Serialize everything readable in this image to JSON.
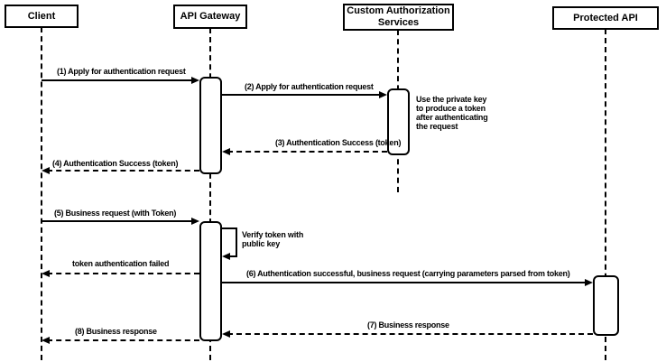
{
  "diagram": {
    "kind": "UML sequence diagram - token authentication flow",
    "colors": {
      "line": "#000000",
      "fill": "#ffffff",
      "text": "#000000"
    },
    "actors": [
      {
        "label": "Client"
      },
      {
        "label": "API Gateway"
      },
      {
        "label": "Custom Authorization Services"
      },
      {
        "label": "Protected API"
      }
    ],
    "messages": [
      {
        "label": "(1) Apply for authentication request",
        "from": "Client",
        "to": "API Gateway",
        "line": "solid"
      },
      {
        "label": "(2) Apply for authentication request",
        "from": "API Gateway",
        "to": "Custom Authorization Services",
        "line": "solid"
      },
      {
        "label": "(3) Authentication Success (token)",
        "from": "Custom Authorization Services",
        "to": "API Gateway",
        "line": "dashed"
      },
      {
        "label": "(4) Authentication Success (token)",
        "from": "API Gateway",
        "to": "Client",
        "line": "dashed"
      },
      {
        "label": "(5) Business request (with Token)",
        "from": "Client",
        "to": "API Gateway",
        "line": "solid"
      },
      {
        "label": "token authentication failed",
        "from": "API Gateway",
        "to": "Client",
        "line": "dashed"
      },
      {
        "label": "(6) Authentication successful, business request (carrying parameters parsed from token)",
        "from": "API Gateway",
        "to": "Protected API",
        "line": "solid"
      },
      {
        "label": "(7) Business response",
        "from": "Protected API",
        "to": "API Gateway",
        "line": "dashed"
      },
      {
        "label": "(8) Business response",
        "from": "API Gateway",
        "to": "Client",
        "line": "dashed"
      }
    ],
    "self_message": {
      "label": "Verify token with public key",
      "actor": "API Gateway"
    },
    "note": {
      "label": "Use the private key to produce a token after authenticating the request",
      "actor": "Custom Authorization Services"
    }
  }
}
